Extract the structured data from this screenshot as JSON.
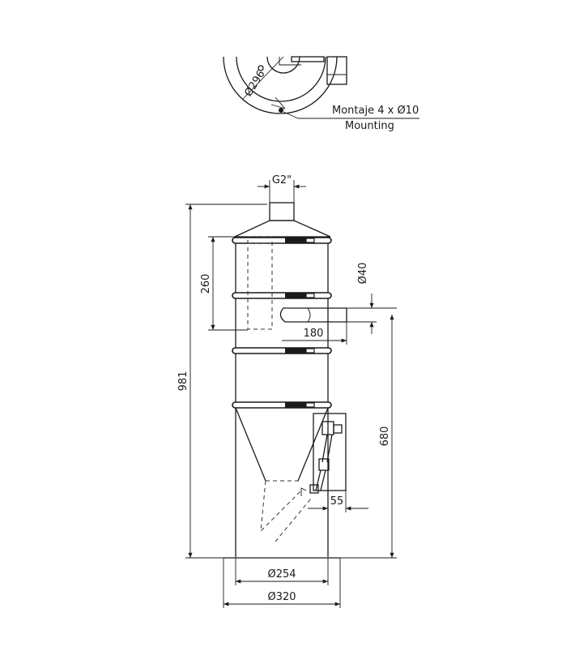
{
  "top_view": {
    "diameter_label": "Ø296",
    "mounting_es": "Montaje 4 x Ø10",
    "mounting_en": "Mounting"
  },
  "dimensions": {
    "outlet": "G2\"",
    "section_height": "260",
    "total_height": "981",
    "inlet_diameter": "Ø40",
    "inlet_length": "180",
    "inlet_height": "680",
    "drain_offset": "55",
    "body_diameter": "Ø254",
    "base_diameter": "Ø320"
  }
}
